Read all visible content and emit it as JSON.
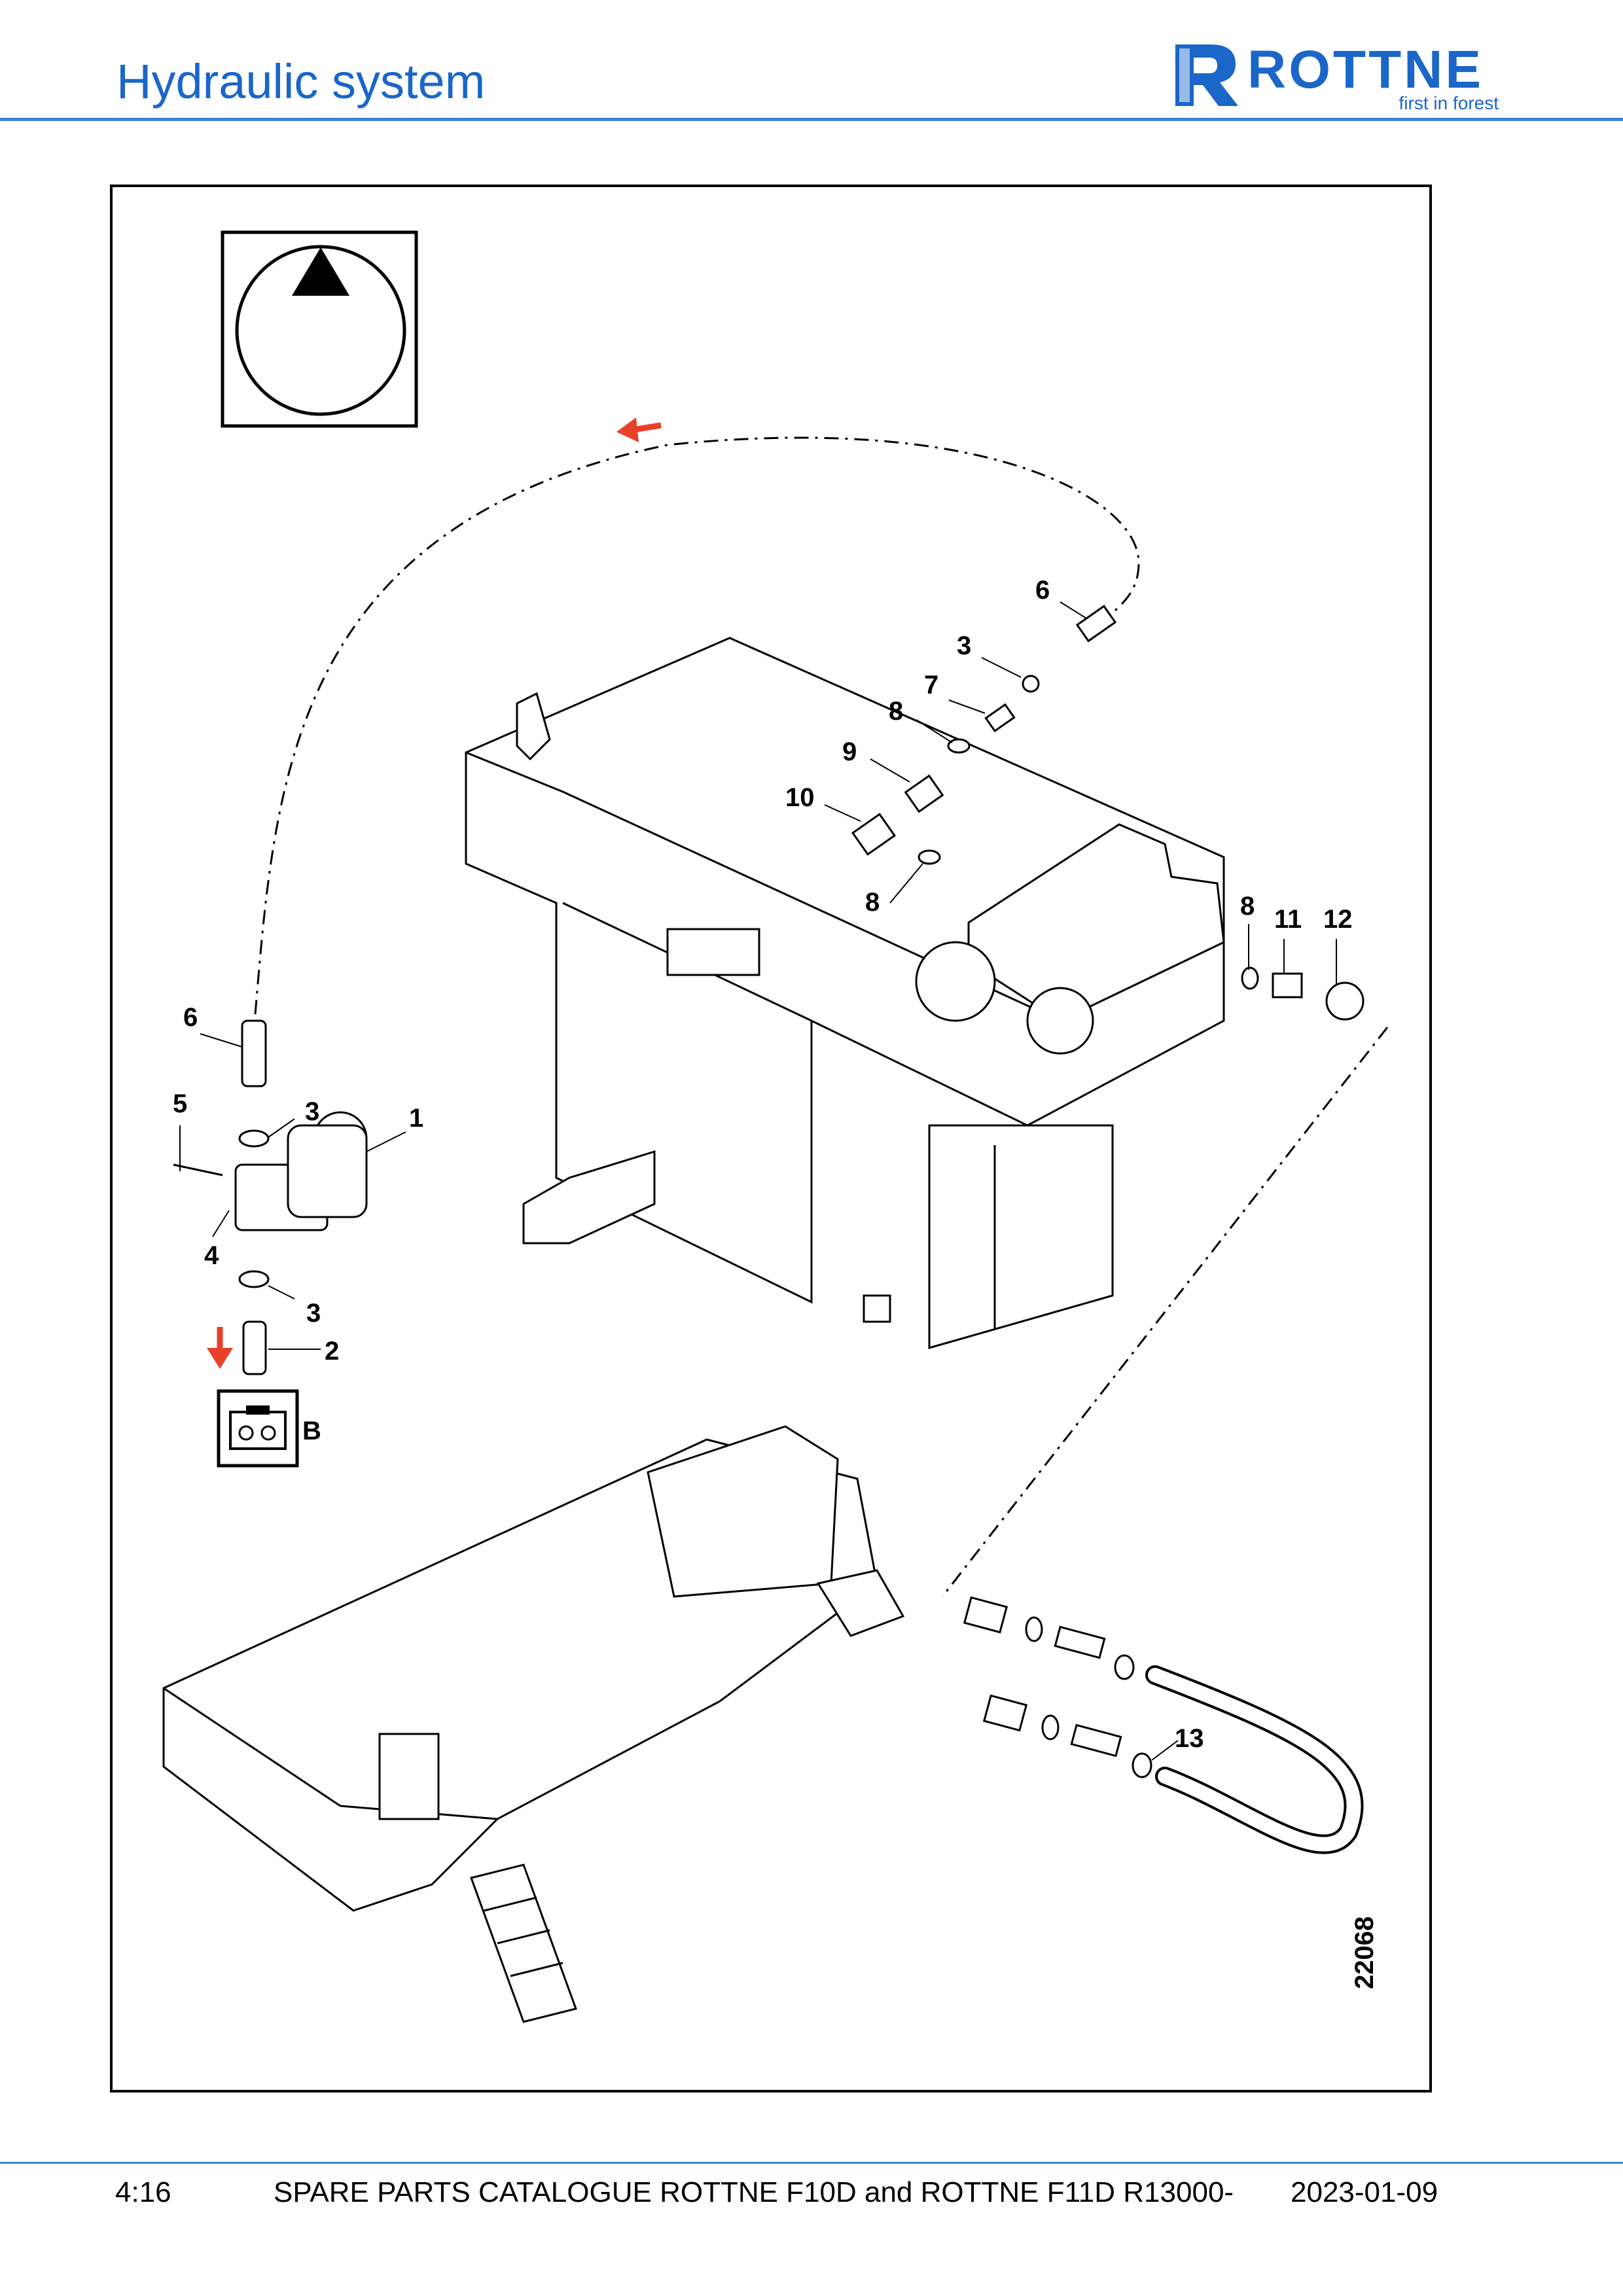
{
  "header": {
    "title": "Hydraulic system",
    "logo_text": "ROTTNE",
    "logo_tagline": "first in forest",
    "brand_color": "#1a66c9"
  },
  "figure": {
    "drawing_number": "22068",
    "view_letter": "B",
    "callouts": [
      "1",
      "2",
      "3",
      "3",
      "3",
      "4",
      "5",
      "6",
      "6",
      "7",
      "8",
      "8",
      "8",
      "9",
      "10",
      "11",
      "12",
      "13"
    ],
    "arrow_color": "#e8402a"
  },
  "footer": {
    "page": "4:16",
    "catalogue": "SPARE PARTS CATALOGUE ROTTNE F10D and ROTTNE F11D R13000-",
    "date": "2023-01-09"
  }
}
